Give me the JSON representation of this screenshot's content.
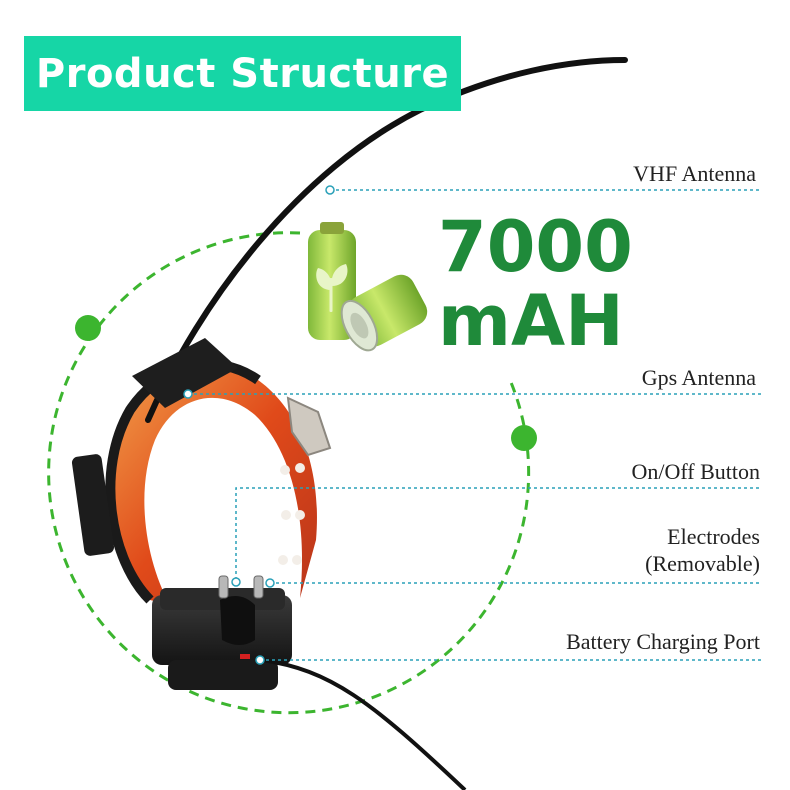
{
  "title": "Product Structure",
  "capacity": {
    "value": "7000",
    "unit": "mAH"
  },
  "callouts": [
    {
      "id": "vhf",
      "label": "VHF Antenna"
    },
    {
      "id": "gps",
      "label": "Gps Antenna"
    },
    {
      "id": "onoff",
      "label": "On/Off Button"
    },
    {
      "id": "electrodes",
      "line1": "Electrodes",
      "line2": "(Removable)"
    },
    {
      "id": "charging",
      "label": "Battery Charging Port"
    }
  ],
  "colors": {
    "title_bg": "#16d6a6",
    "title_text": "#ffffff",
    "capacity_text": "#1f8a3a",
    "dashed_circle": "#3cb52f",
    "leader_line": "#2aa0b8",
    "strap_orange": "#e2561e",
    "device_body": "#1e1e1e"
  },
  "icons": [
    "battery-icon",
    "leaf-icon"
  ]
}
